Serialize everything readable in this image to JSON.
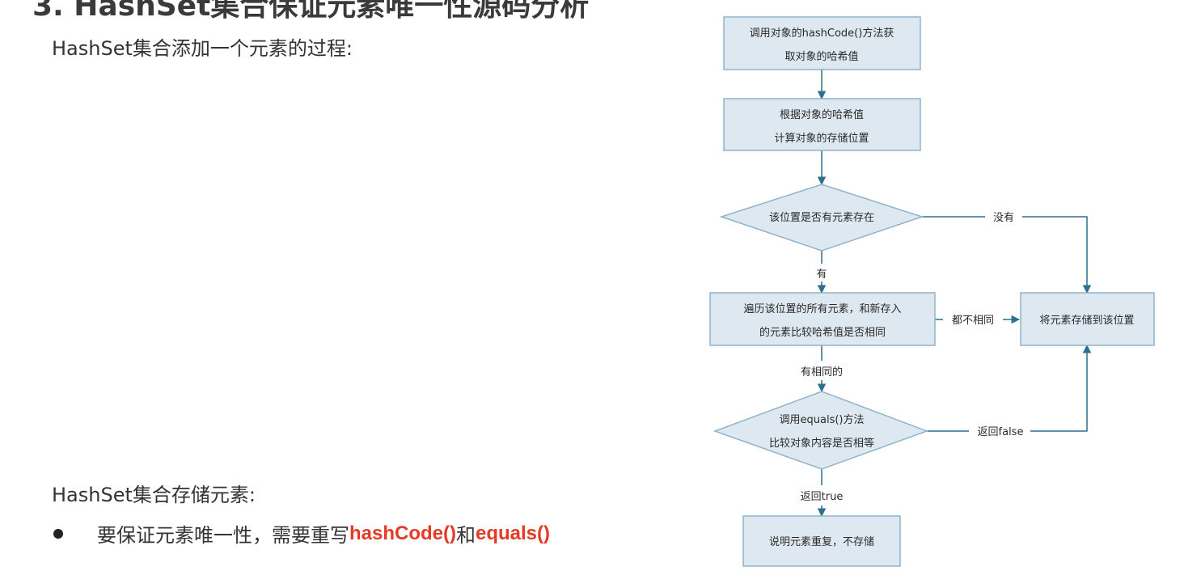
{
  "slide": {
    "title_partial": "3. HashSet集合保证元素唯一性源码分析",
    "intro": "HashSet集合添加一个元素的过程:",
    "section2": "HashSet集合存储元素:",
    "bullet": {
      "prefix": "要保证元素唯一性，需要重写",
      "method1": "hashCode()",
      "joiner": "和",
      "method2": "equals()"
    },
    "highlight_color": "#e53a25"
  },
  "flowchart": {
    "node_fill": "#dde8f0",
    "node_stroke": "#8fb3c9",
    "edge_color": "#2d6f8e",
    "nodes": {
      "get_hash": [
        "调用对象的hashCode()方法获",
        "取对象的哈希值"
      ],
      "calc_position": [
        "根据对象的哈希值",
        "计算对象的存储位置"
      ],
      "has_element": [
        "该位置是否有元素存在"
      ],
      "traverse_compare": [
        "遍历该位置的所有元素，和新存入",
        "的元素比较哈希值是否相同"
      ],
      "store": [
        "将元素存储到该位置"
      ],
      "equals_check": [
        "调用equals()方法",
        "比较对象内容是否相等"
      ],
      "duplicate": [
        "说明元素重复，不存储"
      ]
    },
    "edges": {
      "no_element": "没有",
      "has": "有",
      "all_different": "都不相同",
      "has_same": "有相同的",
      "return_false": "返回false",
      "return_true": "返回true"
    }
  }
}
